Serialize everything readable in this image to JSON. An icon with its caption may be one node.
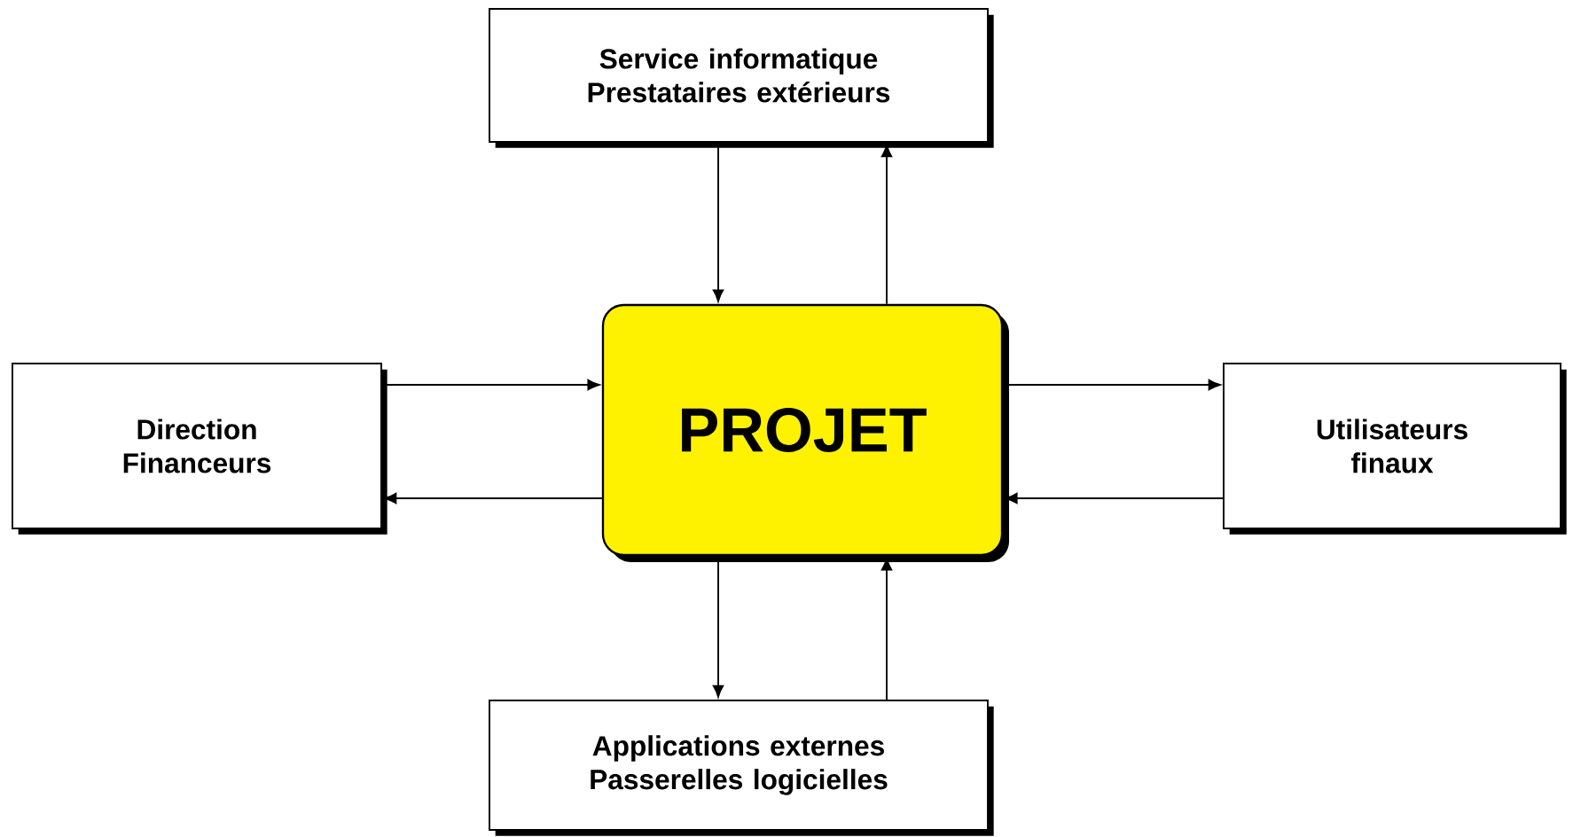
{
  "diagram": {
    "nodes": [
      {
        "text": [
          "Service informatique",
          "Prestataires extérieurs"
        ]
      },
      {
        "text": [
          "Direction",
          "Financeurs"
        ]
      },
      {
        "text": [
          "PROJET"
        ]
      },
      {
        "text": [
          "Utilisateurs finaux"
        ]
      },
      {
        "text": [
          "Applications externes",
          "Passerelles logicielles"
        ]
      }
    ],
    "edges": [
      {
        "from": 0,
        "to": 2,
        "arrow": "to"
      },
      {
        "from": 2,
        "to": 0,
        "arrow": "to"
      },
      {
        "from": 1,
        "to": 2,
        "arrow": "to"
      },
      {
        "from": 2,
        "to": 1,
        "arrow": "to"
      },
      {
        "from": 2,
        "to": 3,
        "arrow": "to"
      },
      {
        "from": 3,
        "to": 2,
        "arrow": "to"
      },
      {
        "from": 2,
        "to": 4,
        "arrow": "to"
      },
      {
        "from": 4,
        "to": 2,
        "arrow": "to"
      }
    ]
  }
}
